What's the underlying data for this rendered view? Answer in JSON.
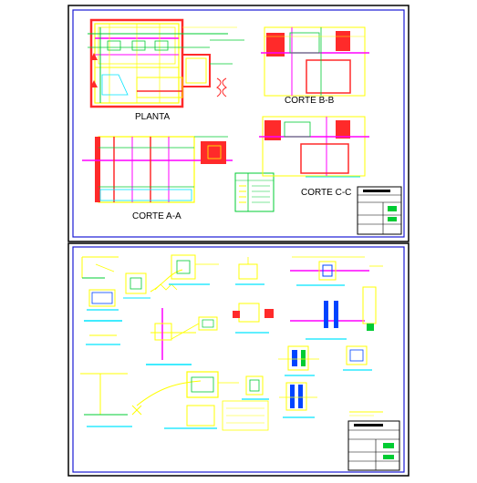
{
  "sheet_top": {
    "labels": {
      "planta": "PLANTA",
      "corte_b": "CORTE B-B",
      "corte_a": "CORTE A-A",
      "corte_c": "CORTE C-C"
    }
  },
  "colors": {
    "frame": "#000000",
    "inner_frame": "#1a1ad6",
    "wall_yellow": "#ffff00",
    "wall_red": "#ff2a2a",
    "pipe_green": "#00cc33",
    "pipe_magenta": "#ff00ff",
    "pipe_cyan": "#00e5ff",
    "accent_blue": "#0044ff"
  }
}
